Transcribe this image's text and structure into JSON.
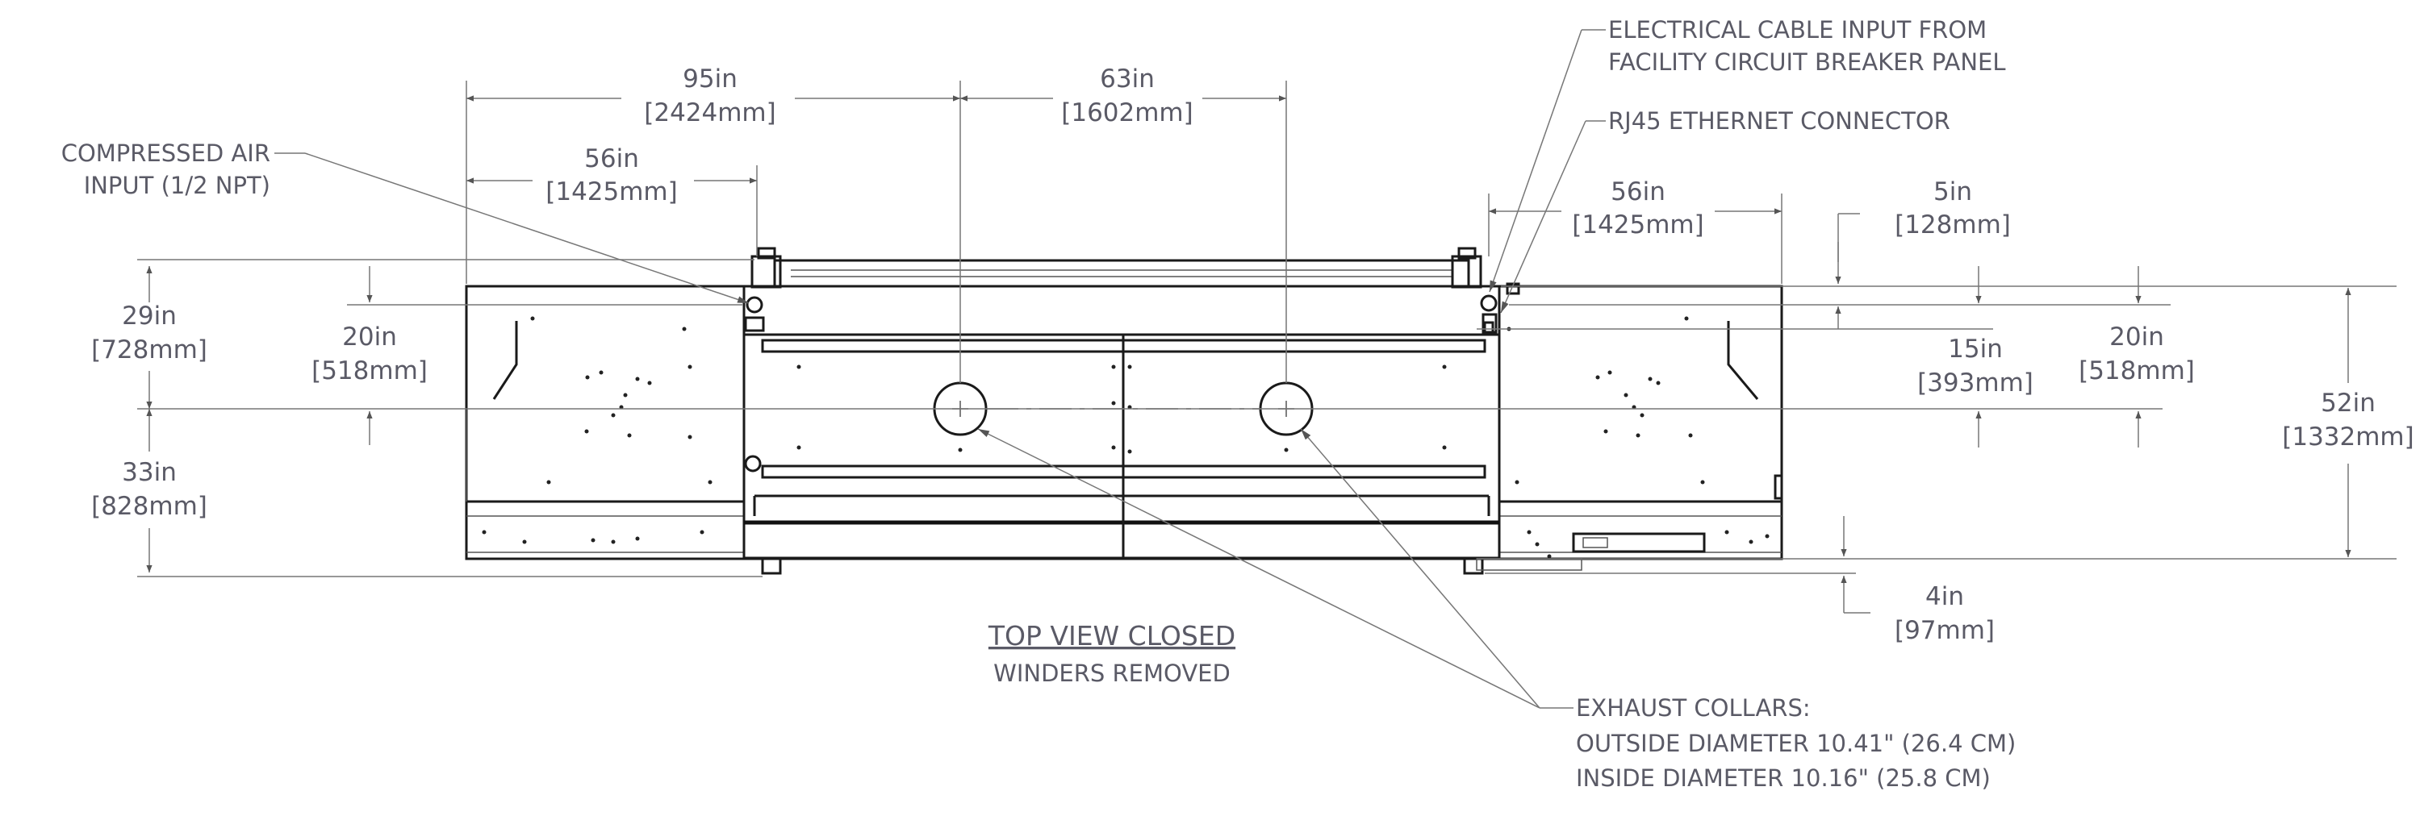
{
  "view": {
    "title": "TOP VIEW CLOSED",
    "subtitle": "WINDERS REMOVED"
  },
  "dimensions": {
    "overall_width_in": "95in",
    "overall_width_mm": "[2424mm]",
    "collar_spacing_in": "63in",
    "collar_spacing_mm": "[1602mm]",
    "left_wing_in": "56in",
    "left_wing_mm": "[1425mm]",
    "right_wing_in": "56in",
    "right_wing_mm": "[1425mm]",
    "left_top_in": "29in",
    "left_top_mm": "[728mm]",
    "left_inner_in": "20in",
    "left_inner_mm": "[518mm]",
    "left_bottom_in": "33in",
    "left_bottom_mm": "[828mm]",
    "right_top_offset_in": "5in",
    "right_top_offset_mm": "[128mm]",
    "right_inner_a_in": "15in",
    "right_inner_a_mm": "[393mm]",
    "right_inner_b_in": "20in",
    "right_inner_b_mm": "[518mm]",
    "overall_depth_in": "52in",
    "overall_depth_mm": "[1332mm]",
    "bottom_offset_in": "4in",
    "bottom_offset_mm": "[97mm]"
  },
  "callouts": {
    "compressed_air_1": "COMPRESSED AIR",
    "compressed_air_2": "INPUT (1/2 NPT)",
    "electrical_1": "ELECTRICAL CABLE INPUT FROM",
    "electrical_2": "FACILITY CIRCUIT BREAKER PANEL",
    "rj45": "RJ45 ETHERNET CONNECTOR",
    "exhaust_1": "EXHAUST COLLARS:",
    "exhaust_2": "OUTSIDE DIAMETER 10.41\" (26.4 CM)",
    "exhaust_3": "INSIDE DIAMETER 10.16\" (25.8 CM)"
  }
}
